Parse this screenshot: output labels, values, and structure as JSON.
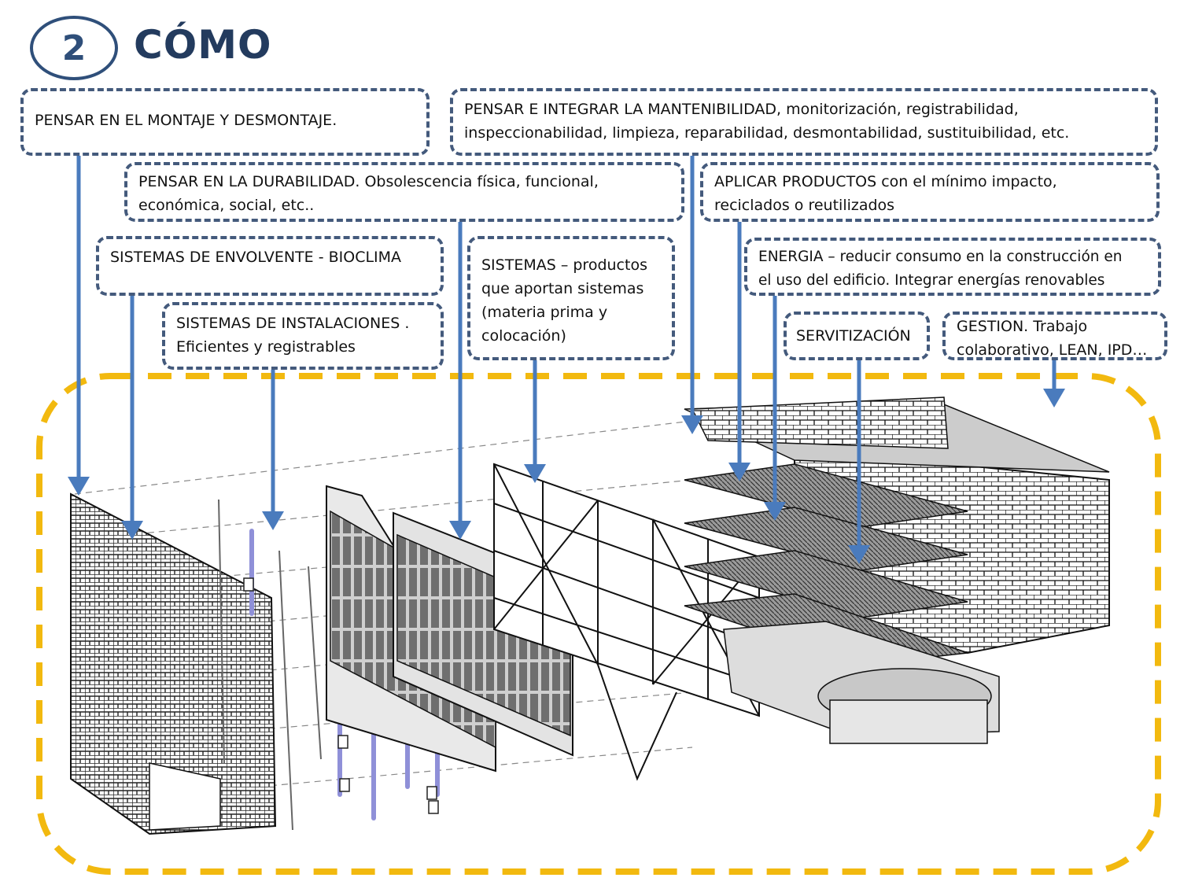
{
  "header": {
    "number": "2",
    "title": "CÓMO"
  },
  "callouts": {
    "montaje": "PENSAR EN EL MONTAJE Y DESMONTAJE.",
    "mantenibilidad_1": "PENSAR E INTEGRAR LA MANTENIBILIDAD, monitorización, registrabilidad,",
    "mantenibilidad_2": "inspeccionabilidad, limpieza, reparabilidad, desmontabilidad, sustituibilidad, etc.",
    "durabilidad_1": "PENSAR EN LA DURABILIDAD. Obsolescencia física, funcional,",
    "durabilidad_2": "económica, social,  etc..",
    "productos_1": "APLICAR PRODUCTOS  con el mínimo impacto,",
    "productos_2": "reciclados o reutilizados",
    "envolvente": "SISTEMAS DE ENVOLVENTE - BIOCLIMA",
    "sistemas_1": "SISTEMAS – productos",
    "sistemas_2": "que aportan sistemas",
    "sistemas_3": "(materia  prima y",
    "sistemas_4": "colocación)",
    "energia_1": "ENERGIA – reducir consumo en la construcción en",
    "energia_2": "el uso del edificio. Integrar energías renovables",
    "instalaciones_1": "SISTEMAS DE INSTALACIONES .",
    "instalaciones_2": "Eficientes y registrables",
    "servitizacion": "SERVITIZACIÓN",
    "gestion_1": "GESTION. Trabajo",
    "gestion_2": "colaborativo, LEAN, IPD…"
  },
  "colors": {
    "arrow": "#4a7bbd",
    "callout_border": "#445a7c",
    "frame": "#f2b90f",
    "title": "#233b5e",
    "drawing": "#333333",
    "pipes": "#8f90d8"
  }
}
